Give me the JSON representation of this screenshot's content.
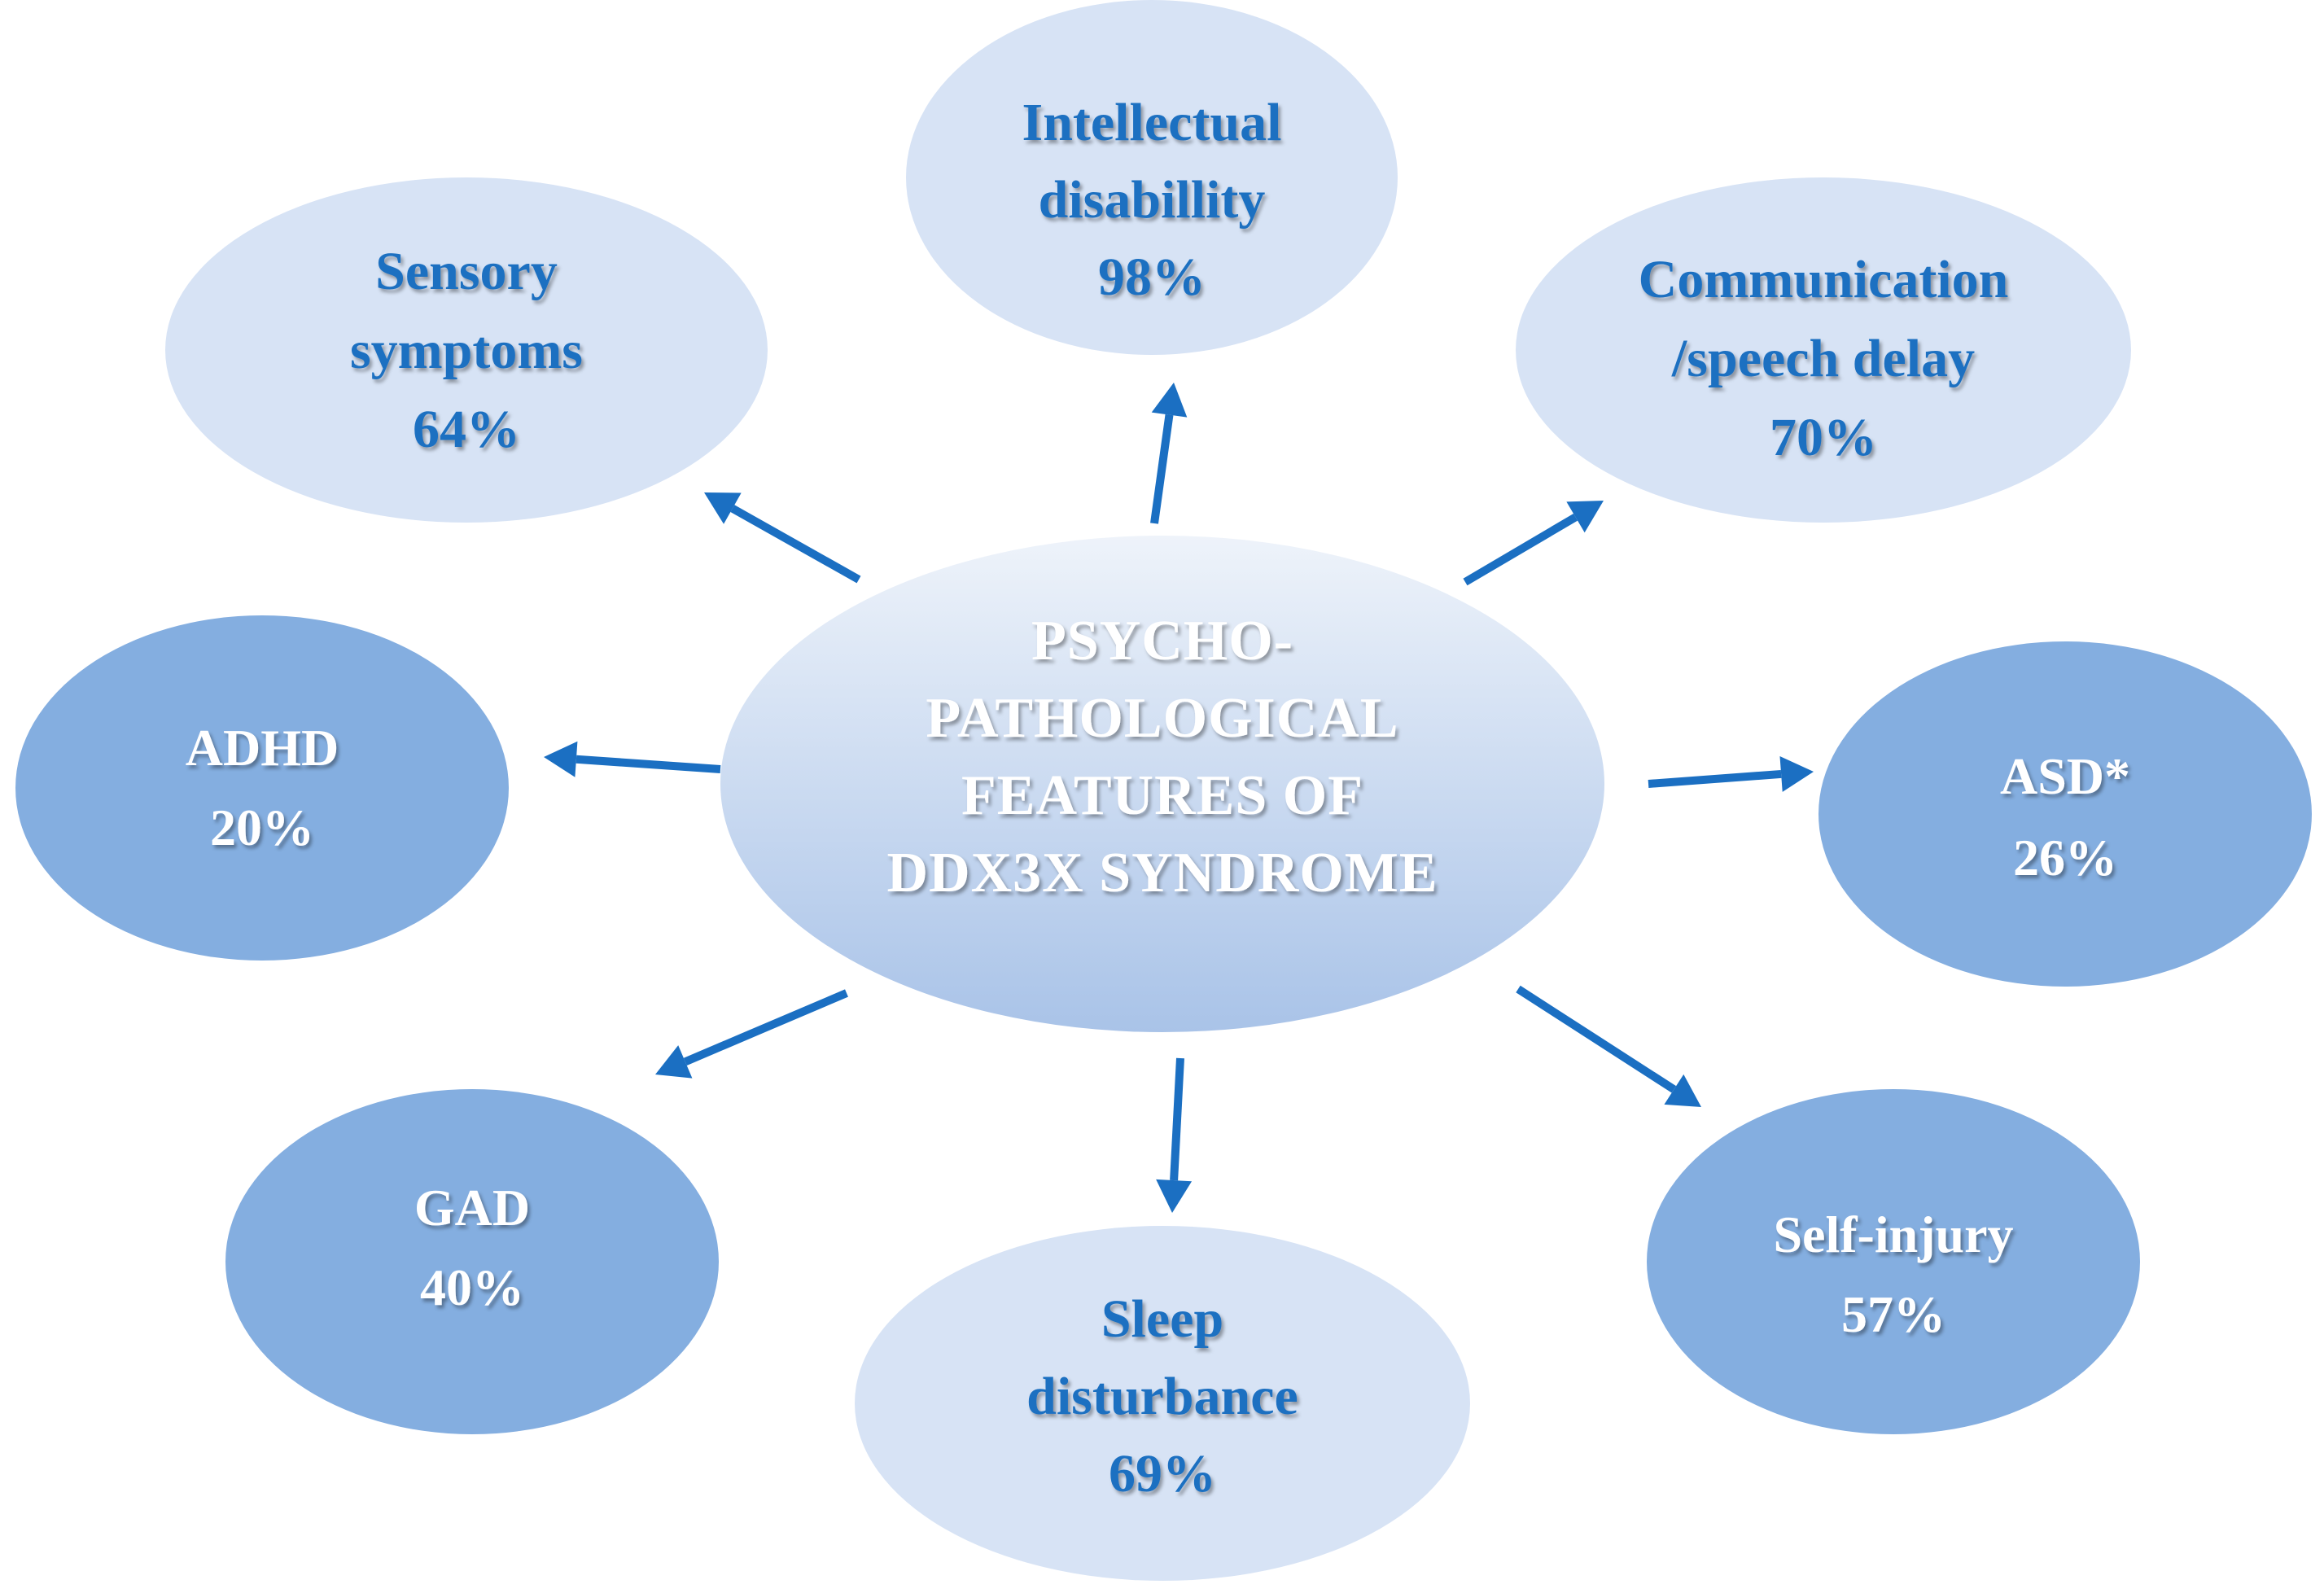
{
  "colors": {
    "light_fill": "#d7e3f5",
    "light_text": "#1f70c1",
    "dark_fill": "#84aee0",
    "dark_text": "#ffffff",
    "center_fill_top": "#eef3fa",
    "center_fill_bottom": "#a9c3e8",
    "center_text": "#ffffff",
    "arrow": "#1b6fc2"
  },
  "center": {
    "lines": [
      "PSYCHO-",
      "PATHOLOGICAL",
      "FEATURES OF",
      "DDX3X SYNDROME"
    ]
  },
  "features": [
    {
      "id": "intellectual-disability",
      "style": "light",
      "lines": [
        "Intellectual",
        "disabillity",
        "98%"
      ]
    },
    {
      "id": "communication-speech-delay",
      "style": "light",
      "lines": [
        "Communication",
        "/speech delay",
        "70%"
      ]
    },
    {
      "id": "asd",
      "style": "dark",
      "lines": [
        "ASD*",
        "26%"
      ]
    },
    {
      "id": "self-injury",
      "style": "dark",
      "lines": [
        "Self-injury",
        "57%"
      ]
    },
    {
      "id": "sleep-disturbance",
      "style": "light",
      "lines": [
        "Sleep",
        "disturbance",
        "69%"
      ]
    },
    {
      "id": "gad",
      "style": "dark",
      "lines": [
        "GAD",
        "40%"
      ]
    },
    {
      "id": "adhd",
      "style": "dark",
      "lines": [
        "ADHD",
        "20%"
      ]
    },
    {
      "id": "sensory-symptoms",
      "style": "light",
      "lines": [
        "Sensory",
        "symptoms",
        "64%"
      ]
    }
  ]
}
